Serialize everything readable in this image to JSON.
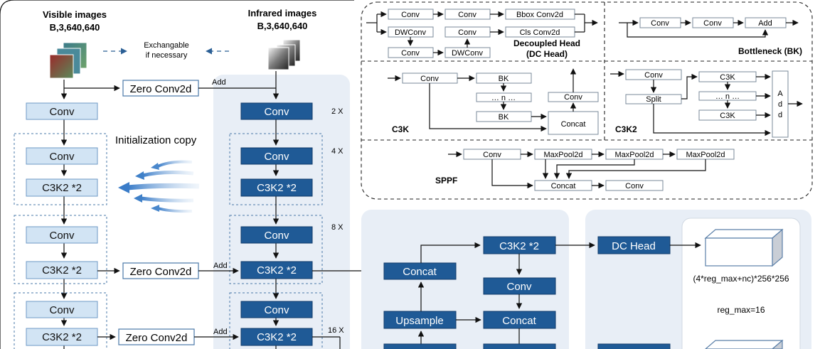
{
  "left": {
    "visible_title": "Visible images",
    "visible_shape": "B,3,640,640",
    "infrared_title": "Infrared images",
    "infrared_shape": "B,3,640,640",
    "exchange_line1": "Exchangable",
    "exchange_line2": "if necessary",
    "init_copy": "Initialization copy",
    "conv": "Conv",
    "c3k2": "C3K2 *2",
    "zero_conv": "Zero Conv2d",
    "add": "Add",
    "scale_2x": "2 X",
    "scale_4x": "4 X",
    "scale_8x": "8 X",
    "scale_16x": "16 X"
  },
  "top_right": {
    "dc_head": {
      "conv": "Conv",
      "dwconv": "DWConv",
      "bbox": "Bbox Conv2d",
      "cls": "Cls Conv2d",
      "title1": "Decoupled Head",
      "title2": "(DC Head)"
    },
    "bottleneck": {
      "conv": "Conv",
      "add": "Add",
      "title": "Bottleneck  (BK)"
    },
    "c3k": {
      "conv": "Conv",
      "bk": "BK",
      "n": "… n …",
      "concat": "Concat",
      "title": "C3K"
    },
    "c3k2": {
      "conv": "Conv",
      "split": "Split",
      "c3k": "C3K",
      "n": "… n …",
      "add": "A\nd\nd",
      "title": "C3K2"
    },
    "sppf": {
      "conv": "Conv",
      "maxpool": "MaxPool2d",
      "concat": "Concat",
      "title": "SPPF"
    }
  },
  "neck": {
    "concat": "Concat",
    "c3k2": "C3K2 *2",
    "conv": "Conv",
    "upsample": "Upsample"
  },
  "head": {
    "dc_head": "DC Head",
    "output_shape": "(4*reg_max+nc)*256*256",
    "reg_max": "reg_max=16"
  }
}
